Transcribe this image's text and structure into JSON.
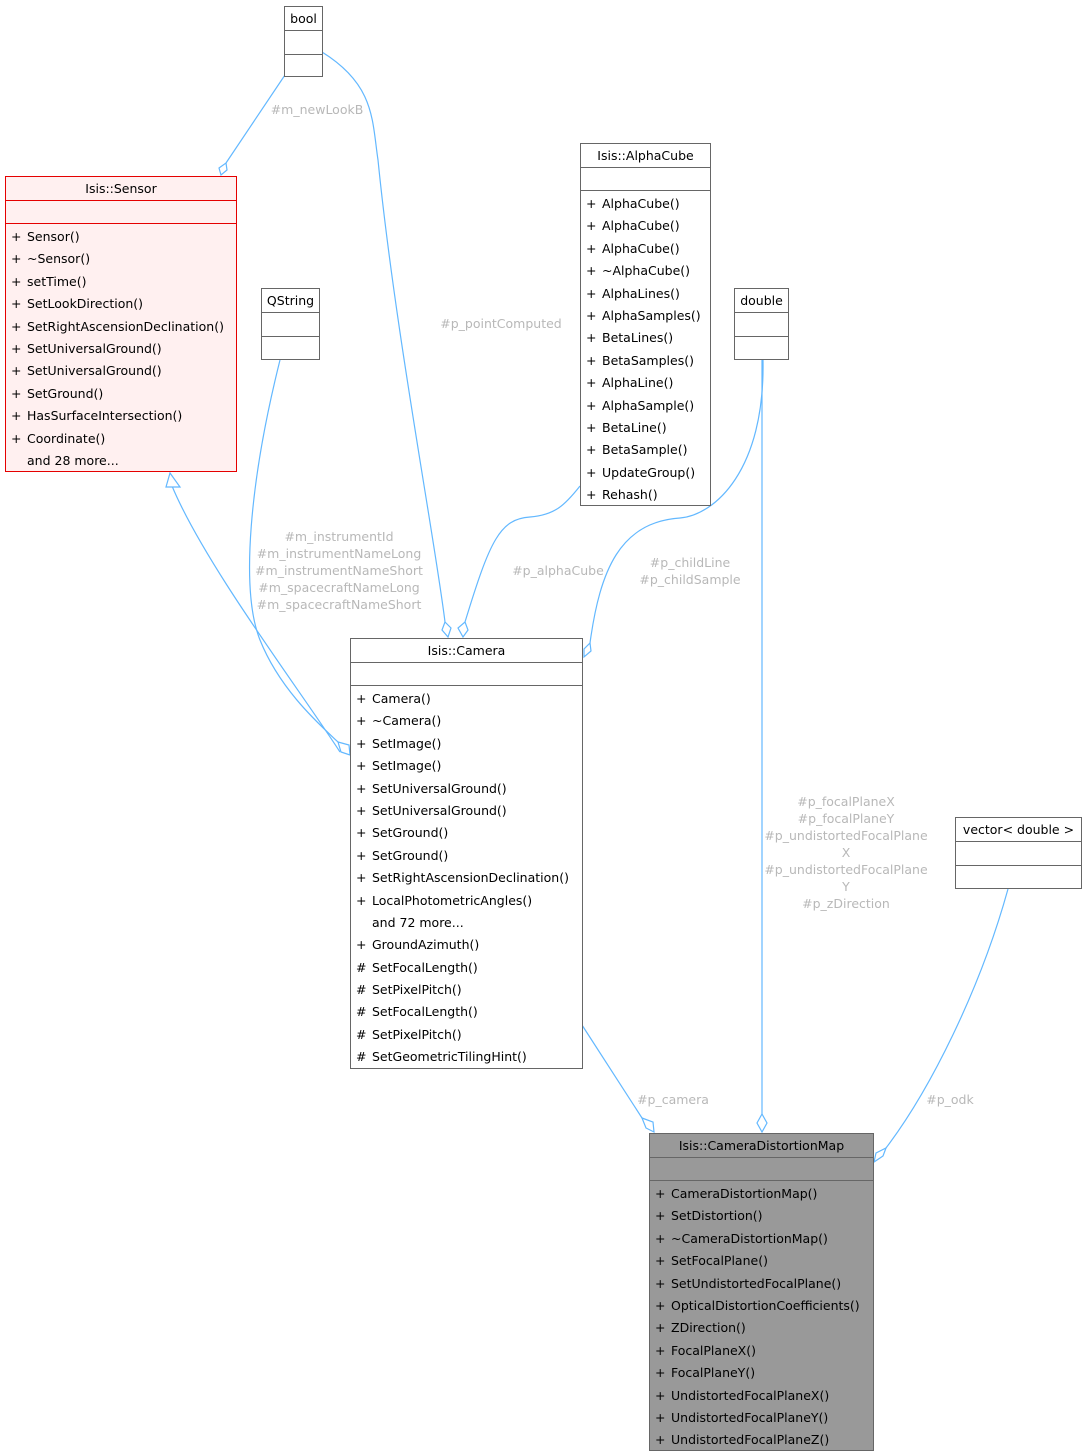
{
  "colors": {
    "edge": "#63b8ff",
    "sensor_border": "#e50000",
    "sensor_fill": "#fff0f0",
    "focus_fill": "#999999",
    "box_border": "#666666",
    "label": "#b8b8b8"
  },
  "classes": {
    "bool": {
      "name": "bool"
    },
    "qstring": {
      "name": "QString"
    },
    "double": {
      "name": "double"
    },
    "vector_double": {
      "name": "vector< double >"
    },
    "sensor": {
      "name": "Isis::Sensor",
      "ops": [
        {
          "vis": "+",
          "name": "Sensor()"
        },
        {
          "vis": "+",
          "name": "~Sensor()"
        },
        {
          "vis": "+",
          "name": "setTime()"
        },
        {
          "vis": "+",
          "name": "SetLookDirection()"
        },
        {
          "vis": "+",
          "name": "SetRightAscensionDeclination()"
        },
        {
          "vis": "+",
          "name": "SetUniversalGround()"
        },
        {
          "vis": "+",
          "name": "SetUniversalGround()"
        },
        {
          "vis": "+",
          "name": "SetGround()"
        },
        {
          "vis": "+",
          "name": "HasSurfaceIntersection()"
        },
        {
          "vis": "+",
          "name": "Coordinate()"
        },
        {
          "vis": "",
          "name": "and 28 more..."
        }
      ]
    },
    "alphacube": {
      "name": "Isis::AlphaCube",
      "ops": [
        {
          "vis": "+",
          "name": "AlphaCube()"
        },
        {
          "vis": "+",
          "name": "AlphaCube()"
        },
        {
          "vis": "+",
          "name": "AlphaCube()"
        },
        {
          "vis": "+",
          "name": "~AlphaCube()"
        },
        {
          "vis": "+",
          "name": "AlphaLines()"
        },
        {
          "vis": "+",
          "name": "AlphaSamples()"
        },
        {
          "vis": "+",
          "name": "BetaLines()"
        },
        {
          "vis": "+",
          "name": "BetaSamples()"
        },
        {
          "vis": "+",
          "name": "AlphaLine()"
        },
        {
          "vis": "+",
          "name": "AlphaSample()"
        },
        {
          "vis": "+",
          "name": "BetaLine()"
        },
        {
          "vis": "+",
          "name": "BetaSample()"
        },
        {
          "vis": "+",
          "name": "UpdateGroup()"
        },
        {
          "vis": "+",
          "name": "Rehash()"
        }
      ]
    },
    "camera": {
      "name": "Isis::Camera",
      "ops": [
        {
          "vis": "+",
          "name": "Camera()"
        },
        {
          "vis": "+",
          "name": "~Camera()"
        },
        {
          "vis": "+",
          "name": "SetImage()"
        },
        {
          "vis": "+",
          "name": "SetImage()"
        },
        {
          "vis": "+",
          "name": "SetUniversalGround()"
        },
        {
          "vis": "+",
          "name": "SetUniversalGround()"
        },
        {
          "vis": "+",
          "name": "SetGround()"
        },
        {
          "vis": "+",
          "name": "SetGround()"
        },
        {
          "vis": "+",
          "name": "SetRightAscensionDeclination()"
        },
        {
          "vis": "+",
          "name": "LocalPhotometricAngles()"
        },
        {
          "vis": "",
          "name": "and 72 more..."
        },
        {
          "vis": "+",
          "name": "GroundAzimuth()"
        },
        {
          "vis": "#",
          "name": "SetFocalLength()"
        },
        {
          "vis": "#",
          "name": "SetPixelPitch()"
        },
        {
          "vis": "#",
          "name": "SetFocalLength()"
        },
        {
          "vis": "#",
          "name": "SetPixelPitch()"
        },
        {
          "vis": "#",
          "name": "SetGeometricTilingHint()"
        }
      ]
    },
    "distortion": {
      "name": "Isis::CameraDistortionMap",
      "ops": [
        {
          "vis": "+",
          "name": "CameraDistortionMap()"
        },
        {
          "vis": "+",
          "name": "SetDistortion()"
        },
        {
          "vis": "+",
          "name": "~CameraDistortionMap()"
        },
        {
          "vis": "+",
          "name": "SetFocalPlane()"
        },
        {
          "vis": "+",
          "name": "SetUndistortedFocalPlane()"
        },
        {
          "vis": "+",
          "name": "OpticalDistortionCoefficients()"
        },
        {
          "vis": "+",
          "name": "ZDirection()"
        },
        {
          "vis": "+",
          "name": "FocalPlaneX()"
        },
        {
          "vis": "+",
          "name": "FocalPlaneY()"
        },
        {
          "vis": "+",
          "name": "UndistortedFocalPlaneX()"
        },
        {
          "vis": "+",
          "name": "UndistortedFocalPlaneY()"
        },
        {
          "vis": "+",
          "name": "UndistortedFocalPlaneZ()"
        }
      ]
    }
  },
  "edge_labels": {
    "new_look_b": [
      "#m_newLookB"
    ],
    "point_computed": [
      "#p_pointComputed"
    ],
    "instrument": [
      "#m_instrumentId",
      "#m_instrumentNameLong",
      "#m_instrumentNameShort",
      "#m_spacecraftNameLong",
      "#m_spacecraftNameShort"
    ],
    "alpha_cube": [
      "#p_alphaCube"
    ],
    "child": [
      "#p_childLine",
      "#p_childSample"
    ],
    "focal": [
      "#p_focalPlaneX",
      "#p_focalPlaneY",
      "#p_undistortedFocalPlane",
      "X",
      "#p_undistortedFocalPlane",
      "Y",
      "#p_zDirection"
    ],
    "camera": [
      "#p_camera"
    ],
    "odk": [
      "#p_odk"
    ]
  }
}
